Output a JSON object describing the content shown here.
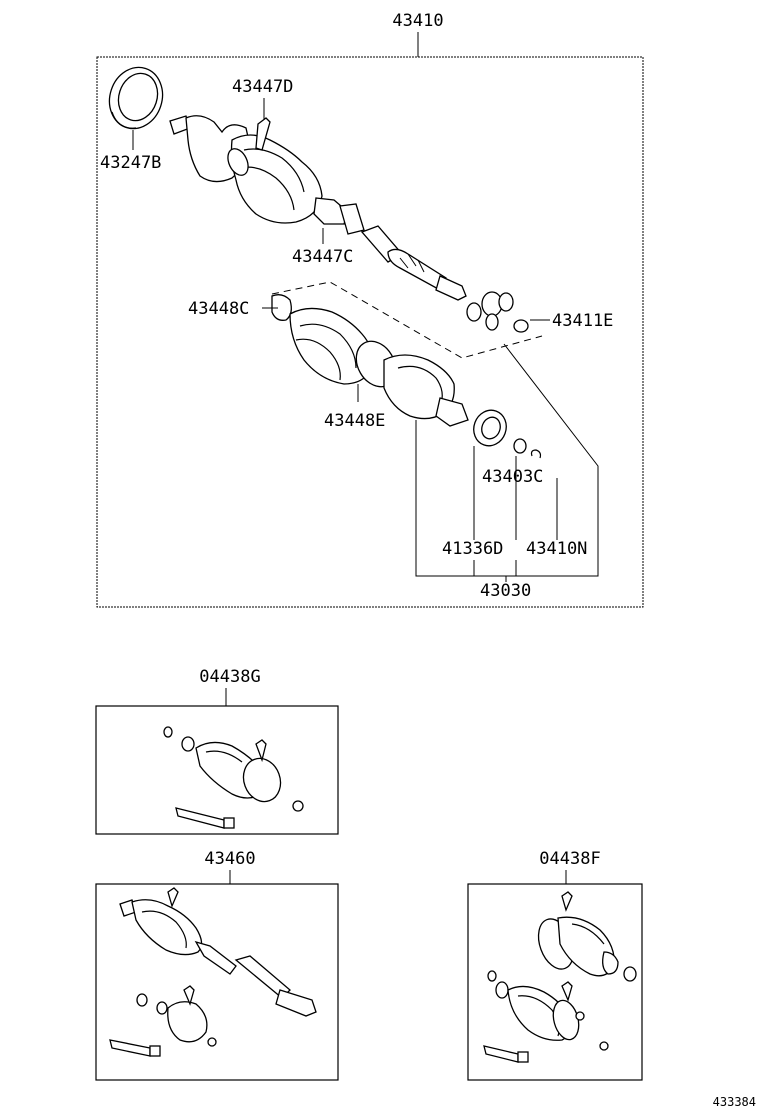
{
  "main_assembly": {
    "number": "43410",
    "parts": {
      "p43247B": "43247B",
      "p43447D": "43447D",
      "p43447C": "43447C",
      "p43448C": "43448C",
      "p43411E": "43411E",
      "p43448E": "43448E",
      "p43403C": "43403C",
      "p41336D": "41336D",
      "p43410N": "43410N",
      "p43030": "43030"
    }
  },
  "kits": {
    "k04438G": "04438G",
    "k43460": "43460",
    "k04438F": "04438F"
  },
  "footer": {
    "diagram_id": "433384"
  }
}
